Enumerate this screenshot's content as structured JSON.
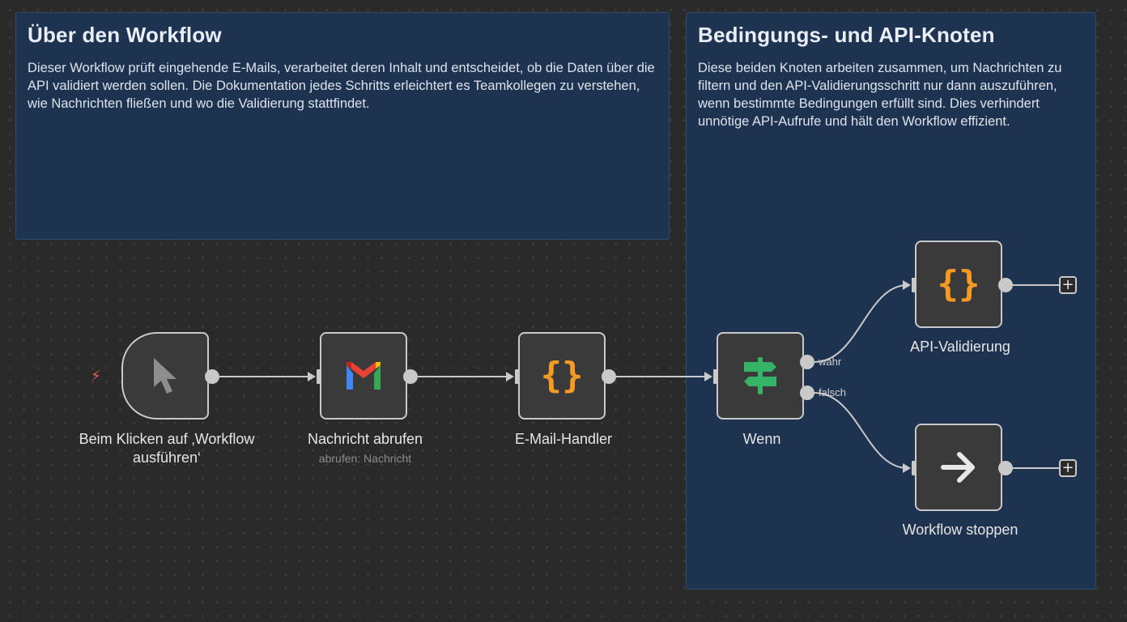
{
  "notes": {
    "left": {
      "title": "Über den Workflow",
      "body": "Dieser Workflow prüft eingehende E-Mails, verarbeitet deren Inhalt und entscheidet, ob die Daten über die API validiert werden sollen. Die Dokumentation jedes Schritts erleichtert es Teamkollegen zu verstehen, wie Nachrichten fließen und wo die Validierung stattfindet."
    },
    "right": {
      "title": "Bedingungs- und API-Knoten",
      "body": "Diese beiden Knoten arbeiten zusammen, um Nachrichten zu filtern und den API-Validierungsschritt nur dann auszuführen, wenn bestimmte Bedingungen erfüllt sind. Dies verhindert unnötige API-Aufrufe und hält den Workflow effizient."
    }
  },
  "nodes": {
    "trigger": {
      "label": "Beim Klicken auf ‚Workflow ausführen‘",
      "icon": "cursor-icon"
    },
    "gmail": {
      "label": "Nachricht abrufen",
      "sublabel": "abrufen: Nachricht",
      "icon": "gmail-icon"
    },
    "email_handler": {
      "label": "E-Mail-Handler",
      "icon": "code-braces-icon"
    },
    "if": {
      "label": "Wenn",
      "icon": "signpost-icon",
      "true_label": "wahr",
      "false_label": "falsch"
    },
    "api_validation": {
      "label": "API-Validierung",
      "icon": "code-braces-icon"
    },
    "stop": {
      "label": "Workflow stoppen",
      "icon": "arrow-right-icon"
    }
  },
  "buttons": {
    "add_symbol": "+"
  },
  "colors": {
    "canvas": "#2a2a2a",
    "sticky": "#1e3350",
    "node": "#3a3a3a",
    "edge": "#c9c9c9",
    "code_accent": "#f59a23",
    "if_accent": "#35b366",
    "trigger_bolt": "#e8594f"
  }
}
